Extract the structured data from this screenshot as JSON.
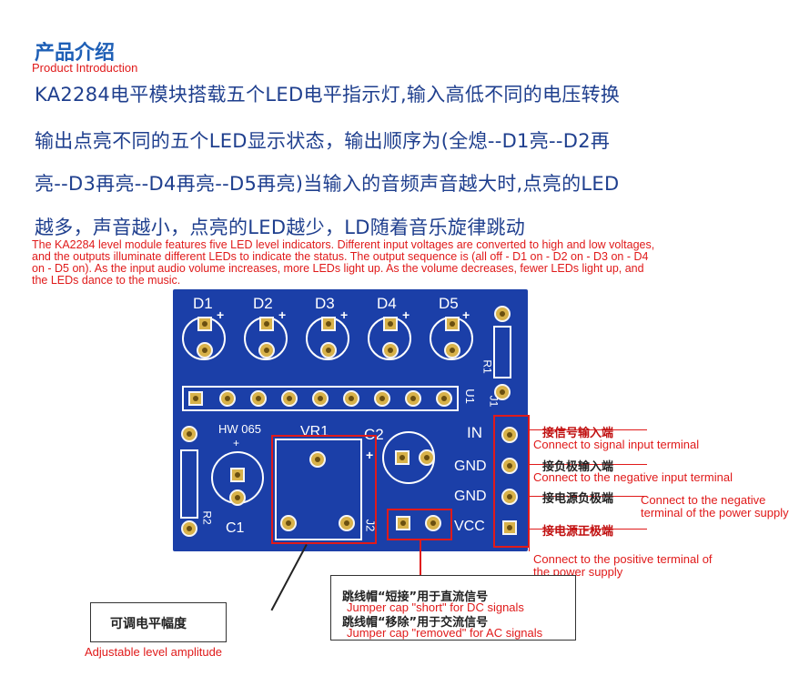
{
  "heading": {
    "zh": "产品介绍",
    "en": "Product Introduction"
  },
  "description_zh": [
    "KA2284电平模块搭载五个LED电平指示灯,输入高低不同的电压转换",
    "输出点亮不同的五个LED显示状态，输出顺序为(全熄--D1亮--D2再",
    "亮--D3再亮--D4再亮--D5再亮)当输入的音频声音越大时,点亮的LED",
    "越多，声音越小，点亮的LED越少，LD随着音乐旋律跳动"
  ],
  "description_en": "The KA2284 level module features five LED level indicators. Different input voltages are converted to high and low voltages, and the outputs illuminate different LEDs to indicate the status. The output sequence is (all off - D1 on - D2 on - D3 on - D4 on - D5 on). As the input audio volume increases, more LEDs light up. As the volume decreases, fewer LEDs light up, and the LEDs dance to the music.",
  "board": {
    "leds": [
      "D1",
      "D2",
      "D3",
      "D4",
      "D5"
    ],
    "plus": "+",
    "model": "HW 065",
    "vr": "VR1",
    "c2": "C2",
    "c1": "C1",
    "r1": "R1",
    "r2": "R2",
    "u1": "U1",
    "j1": "J1",
    "j2": "J2",
    "pins": [
      "IN",
      "GND",
      "GND",
      "VCC"
    ],
    "colors": {
      "pcb": "#1b3fa8",
      "pad": "#d8b24a",
      "annotation": "#e01a1a"
    }
  },
  "annotations": {
    "signal_input_zh": "接信号输入端",
    "signal_input_en": "Connect to signal input terminal",
    "negative_input_zh": "接负极输入端",
    "negative_input_en": "Connect to the negative input terminal",
    "power_negative_zh": "接电源负极端",
    "power_negative_en": "Connect to the negative terminal of the power supply",
    "power_positive_zh": "接电源正极端",
    "power_positive_en": "Connect to the positive terminal of the power supply",
    "jumper_short_zh": "跳线帽“短接”用于直流信号",
    "jumper_short_en": "Jumper cap \"short\" for DC signals",
    "jumper_removed_zh": "跳线帽“移除”用于交流信号",
    "jumper_removed_en": "Jumper cap \"removed\" for AC signals",
    "level_zh": "可调电平幅度",
    "level_en": "Adjustable level amplitude"
  }
}
